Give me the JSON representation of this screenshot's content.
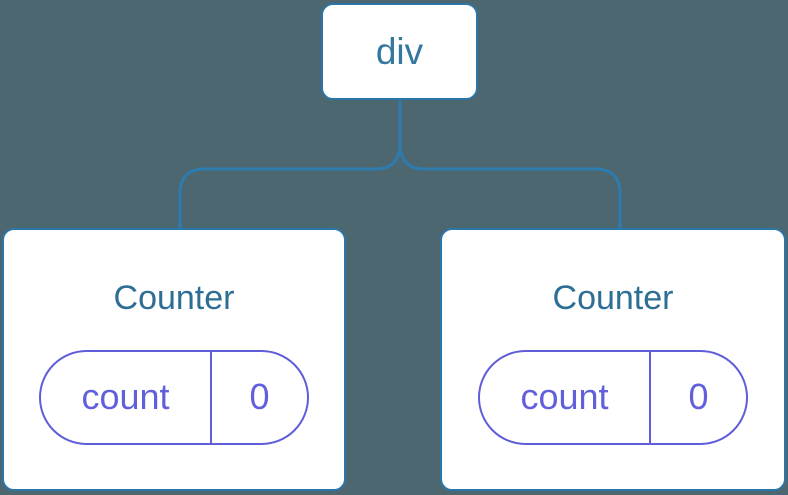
{
  "diagram": {
    "root_label": "div",
    "children": [
      {
        "title": "Counter",
        "state_pill": {
          "name": "count",
          "value": "0"
        }
      },
      {
        "title": "Counter",
        "state_pill": {
          "name": "count",
          "value": "0"
        }
      }
    ],
    "colors": {
      "background": "#4d6771",
      "line": "#2e7bae",
      "node_border": "#2b76a9",
      "node_background": "#ffffff",
      "root_text": "#35779f",
      "component_title": "#2d6e95",
      "state_accent": "#5f5dd8",
      "state_text": "#615fdb"
    }
  }
}
